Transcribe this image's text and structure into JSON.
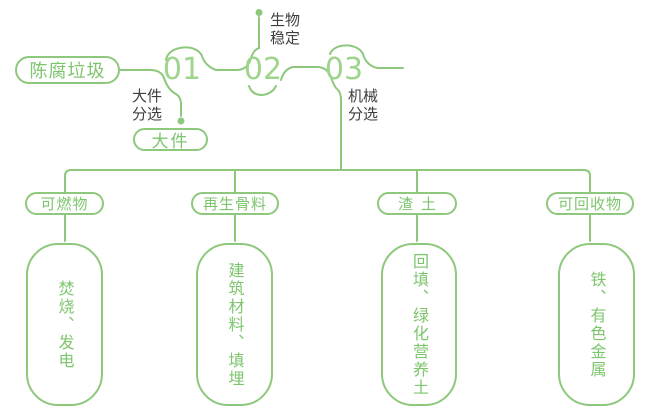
{
  "colors": {
    "line": "#8dc87d",
    "number": "#9fd48d",
    "green_text": "#7dc56d",
    "dark_text": "#3e3e3e"
  },
  "flow": {
    "source_label": "陈腐垃圾",
    "steps": [
      {
        "number": "01",
        "label": "大件分选",
        "output": "大件"
      },
      {
        "number": "02",
        "label": "生物稳定"
      },
      {
        "number": "03",
        "label": "机械分选"
      }
    ]
  },
  "branches": [
    {
      "category": "可燃物",
      "detail": "焚烧、发电"
    },
    {
      "category": "再生骨料",
      "detail": "建筑材料、填埋"
    },
    {
      "category": "渣土",
      "detail": "回填、绿化营养土"
    },
    {
      "category": "可回收物",
      "detail": "铁、有色金属"
    }
  ]
}
